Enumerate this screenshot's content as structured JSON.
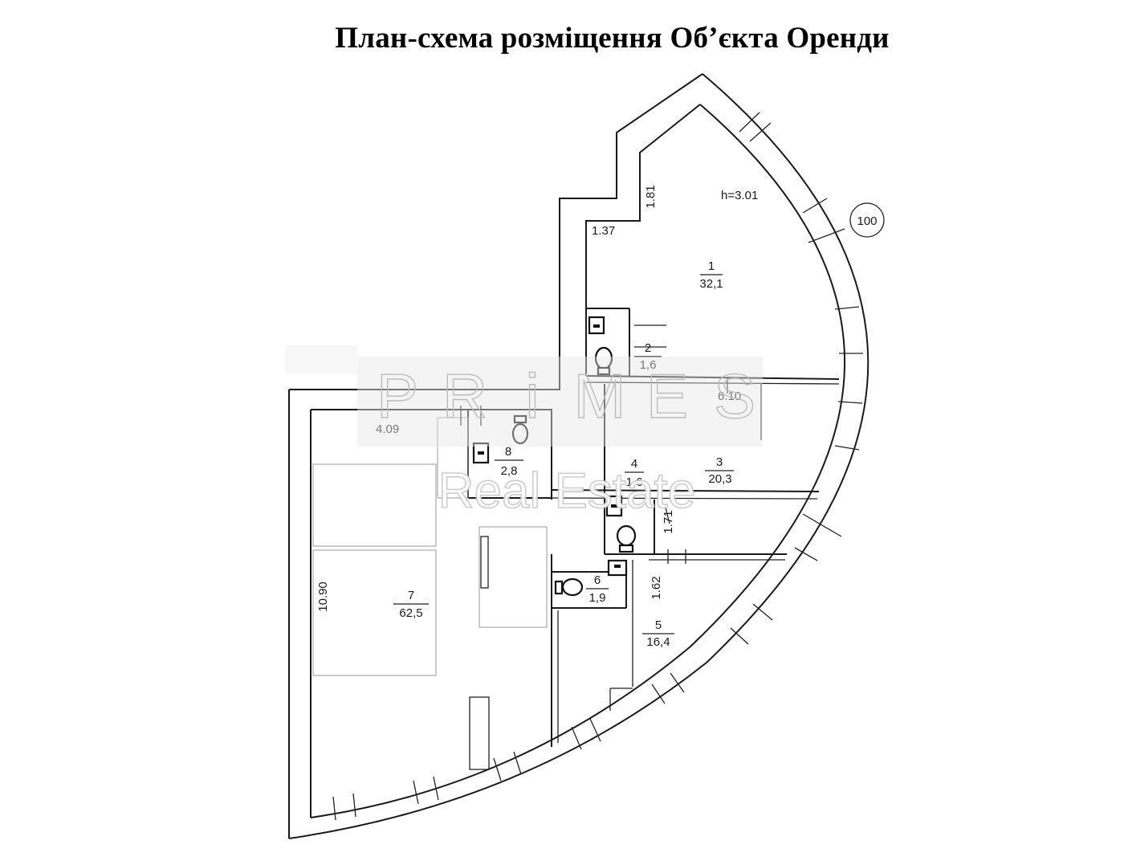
{
  "title": "План-схема розміщення Об’єкта Оренди",
  "building_number": "100",
  "ceiling_height": "h=3.01",
  "watermark": {
    "letters": [
      "P",
      "R",
      "i",
      "M",
      "E",
      "S"
    ],
    "subtitle": "Real Estate"
  },
  "rooms": [
    {
      "number": "1",
      "area": "32,1"
    },
    {
      "number": "2",
      "area": "1,6"
    },
    {
      "number": "3",
      "area": "20,3"
    },
    {
      "number": "4",
      "area": "1,6"
    },
    {
      "number": "5",
      "area": "16,4"
    },
    {
      "number": "6",
      "area": "1,9"
    },
    {
      "number": "7",
      "area": "62,5"
    },
    {
      "number": "8",
      "area": "2,8"
    }
  ],
  "dimensions": [
    "1.81",
    "1.37",
    "6.10",
    "4.09",
    "1.71",
    "1.62",
    "10.90"
  ],
  "colors": {
    "wall": "#1a1a1a",
    "watermark": "#bdbdbd"
  }
}
